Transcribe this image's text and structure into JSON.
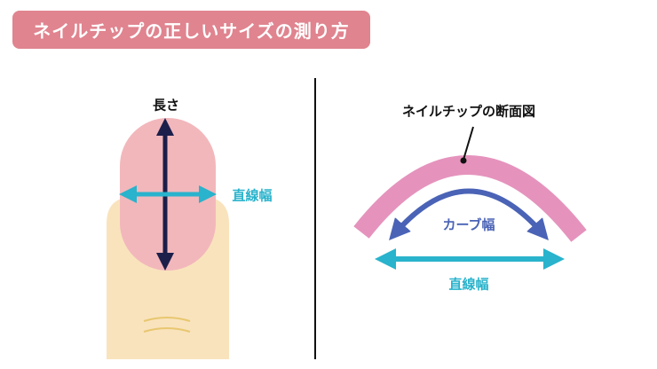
{
  "title": "ネイルチップの正しいサイズの測り方",
  "left": {
    "length_label": "長さ",
    "width_label": "直線幅"
  },
  "right": {
    "section_label": "ネイルチップの断面図",
    "curve_label": "カーブ幅",
    "width_label": "直線幅"
  },
  "colors": {
    "title_bg": "#e0848f",
    "finger": "#f9e3bd",
    "nail": "#f2b7bb",
    "length_arrow": "#1c1f4a",
    "straight_arrow": "#29b3cc",
    "curve_arrow": "#4a63b6",
    "nail_section": "#e593bd"
  }
}
